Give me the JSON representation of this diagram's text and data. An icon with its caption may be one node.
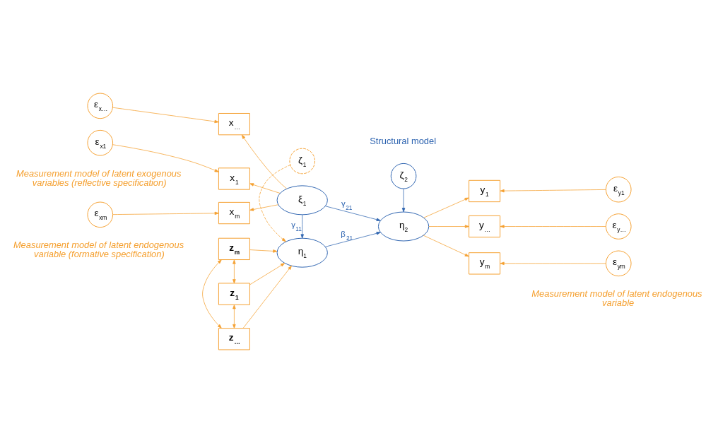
{
  "diagram": {
    "nodes": [
      {
        "text": [
          "ε$_{x1}$"
        ]
      },
      {
        "text": [
          "x$_{1}$"
        ]
      },
      {
        "text": [
          "ξ$_{1}$"
        ]
      },
      {
        "text": [
          "ε$_{x…}$"
        ]
      },
      {
        "text": [
          "x$_{…}$"
        ]
      },
      {
        "text": [
          "ε$_{xm}$"
        ]
      },
      {
        "text": [
          "x$_{m}$"
        ]
      },
      {
        "text": [
          "ζ$_{2}$"
        ]
      },
      {
        "text": [
          "y$_{1}$"
        ]
      },
      {
        "text": [
          "ε$_{y1}$"
        ]
      },
      {
        "text": [
          "η$_{2}$"
        ]
      },
      {
        "text": [
          "y$_{…}$"
        ]
      },
      {
        "text": [
          "ε$_{y…}$"
        ]
      },
      {
        "text": [
          "z$_{1}$"
        ]
      },
      {
        "text": [
          "z$_{…}$"
        ]
      },
      {
        "text": [
          "η$_{1}$"
        ]
      },
      {
        "text": [
          "y$_{m}$"
        ]
      },
      {
        "text": [
          "ε$_{ym}$"
        ]
      },
      {
        "text": [
          "z$_{m}$"
        ]
      },
      {
        "text": [
          "ζ$_{1}$"
        ]
      }
    ],
    "edges": [
      {
        "from": 0,
        "to": 1,
        "arrow": "to"
      },
      {
        "from": 3,
        "to": 4,
        "arrow": "to"
      },
      {
        "from": 5,
        "to": 6,
        "arrow": "to"
      },
      {
        "from": 2,
        "to": 1,
        "arrow": "to"
      },
      {
        "from": 2,
        "to": 4,
        "arrow": "to"
      },
      {
        "from": 2,
        "to": 6,
        "arrow": "to"
      },
      {
        "from": 2,
        "to": 15,
        "arrow": "to",
        "label": "γ$_{11}$",
        "color": "#2e64b0"
      },
      {
        "from": 2,
        "to": 10,
        "arrow": "to",
        "label": "γ$_{21}$",
        "color": "#2e64b0"
      },
      {
        "from": 15,
        "to": 10,
        "arrow": "to",
        "label": "β$_{21}$",
        "color": "#2e64b0"
      },
      {
        "from": 7,
        "to": 10,
        "arrow": "to",
        "color": "#2e64b0"
      },
      {
        "from": 10,
        "to": 8,
        "arrow": "to"
      },
      {
        "from": 10,
        "to": 11,
        "arrow": "to"
      },
      {
        "from": 10,
        "to": 16,
        "arrow": "to"
      },
      {
        "from": 9,
        "to": 8,
        "arrow": "to"
      },
      {
        "from": 12,
        "to": 11,
        "arrow": "to"
      },
      {
        "from": 17,
        "to": 16,
        "arrow": "to"
      },
      {
        "from": 13,
        "to": 15,
        "arrow": "to"
      },
      {
        "from": 14,
        "to": 15,
        "arrow": "to"
      },
      {
        "from": 18,
        "to": 15,
        "arrow": "to"
      },
      {
        "from": 19,
        "to": 15,
        "arrow": "to",
        "style": "dashed"
      },
      {
        "from": 13,
        "to": 14,
        "arrow": "both"
      },
      {
        "from": 14,
        "to": 18,
        "arrow": "both"
      },
      {
        "from": 13,
        "to": 18,
        "arrow": "both"
      }
    ],
    "labels": [
      "Measurement model of latent exogenous variables (reflective specification)",
      "Structural model",
      "Measurement model of latent endogenous variable",
      "Measurement model of latent endogenous variable (formative specification)"
    ]
  }
}
